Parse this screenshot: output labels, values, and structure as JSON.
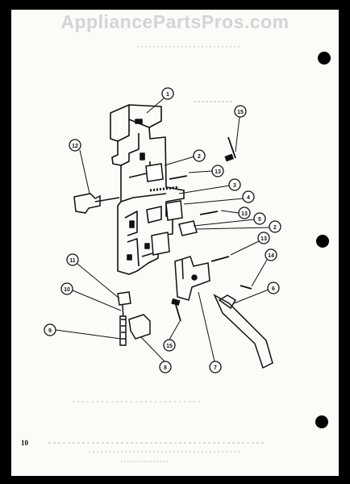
{
  "watermark": "AppliancePartsPros.com",
  "page_number": "10",
  "callouts": [
    "1",
    "2",
    "2",
    "3",
    "4",
    "5",
    "6",
    "7",
    "8",
    "9",
    "10",
    "11",
    "12",
    "13",
    "13",
    "13",
    "14",
    "15",
    "15"
  ]
}
